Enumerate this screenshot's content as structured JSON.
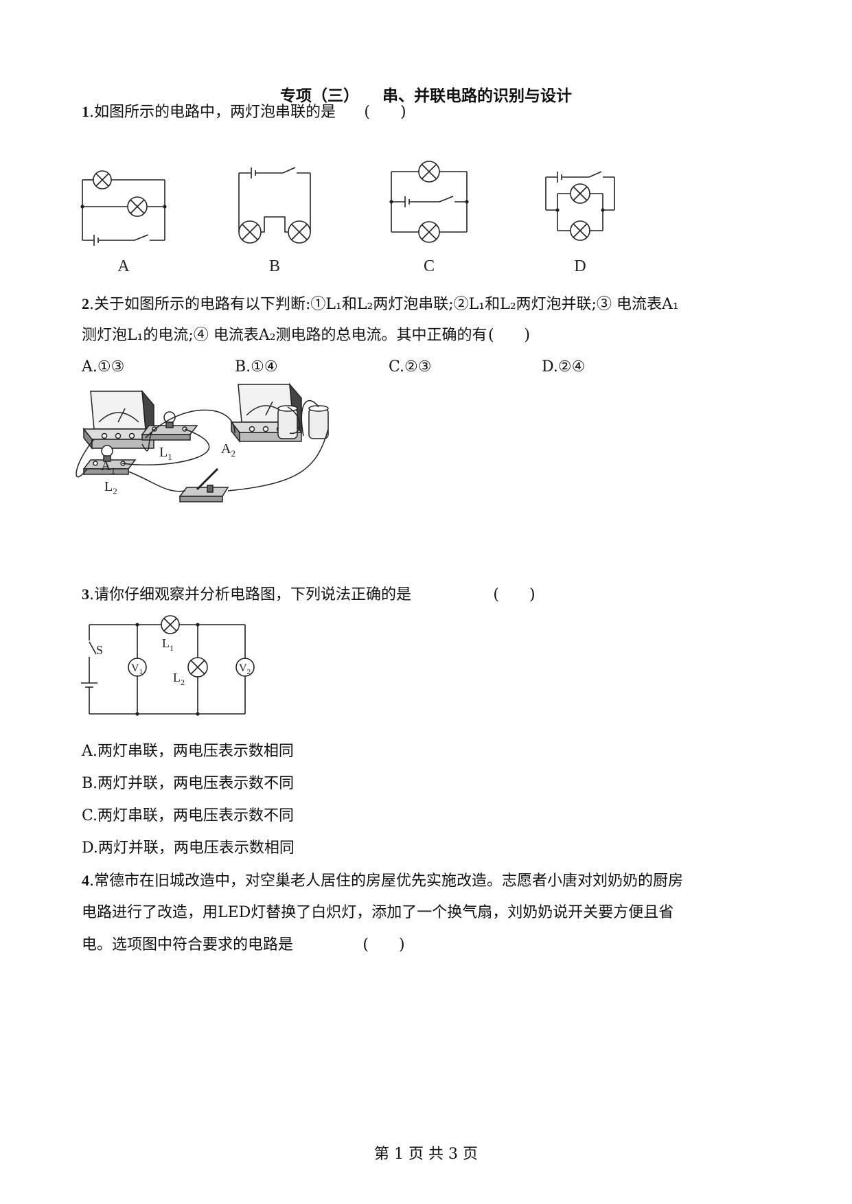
{
  "title": {
    "part1": "专项（三）",
    "part2": "串、并联电路的识别与设计"
  },
  "q1": {
    "num": "1",
    "text": ".如图所示的电路中，两灯泡串联的是",
    "paren": "(　　)",
    "labels": [
      "A",
      "B",
      "C",
      "D"
    ]
  },
  "q2": {
    "num": "2",
    "line1": ".关于如图所示的电路有以下判断:①L₁和L₂两灯泡串联;②L₁和L₂两灯泡并联;③ 电流表A₁",
    "line2": "测灯泡L₁的电流;④ 电流表A₂测电路的总电流。其中正确的有",
    "paren": "(　　)",
    "options": [
      "A.①③",
      "B.①④",
      "C.②③",
      "D.②④"
    ],
    "figure_labels": {
      "a1": "A1",
      "a2": "A2",
      "l1": "L1",
      "l2": "L2"
    }
  },
  "q3": {
    "num": "3",
    "text": ".请你仔细观察并分析电路图，下列说法正确的是",
    "paren": "(　　)",
    "figure_labels": {
      "s": "S",
      "l1": "L1",
      "l2": "L2",
      "v1": "V1",
      "v2": "V2"
    },
    "options": [
      "A.两灯串联，两电压表示数相同",
      "B.两灯并联，两电压表示数不同",
      "C.两灯串联，两电压表示数不同",
      "D.两灯并联，两电压表示数相同"
    ]
  },
  "q4": {
    "num": "4",
    "line1": ".常德市在旧城改造中，对空巢老人居住的房屋优先实施改造。志愿者小唐对刘奶奶的厨房",
    "line2": "电路进行了改造，用LED灯替换了白炽灯，添加了一个换气扇，刘奶奶说开关要方便且省",
    "line3": "电。选项图中符合要求的电路是",
    "paren": "(　　)"
  },
  "footer": "第 1 页 共 3 页"
}
